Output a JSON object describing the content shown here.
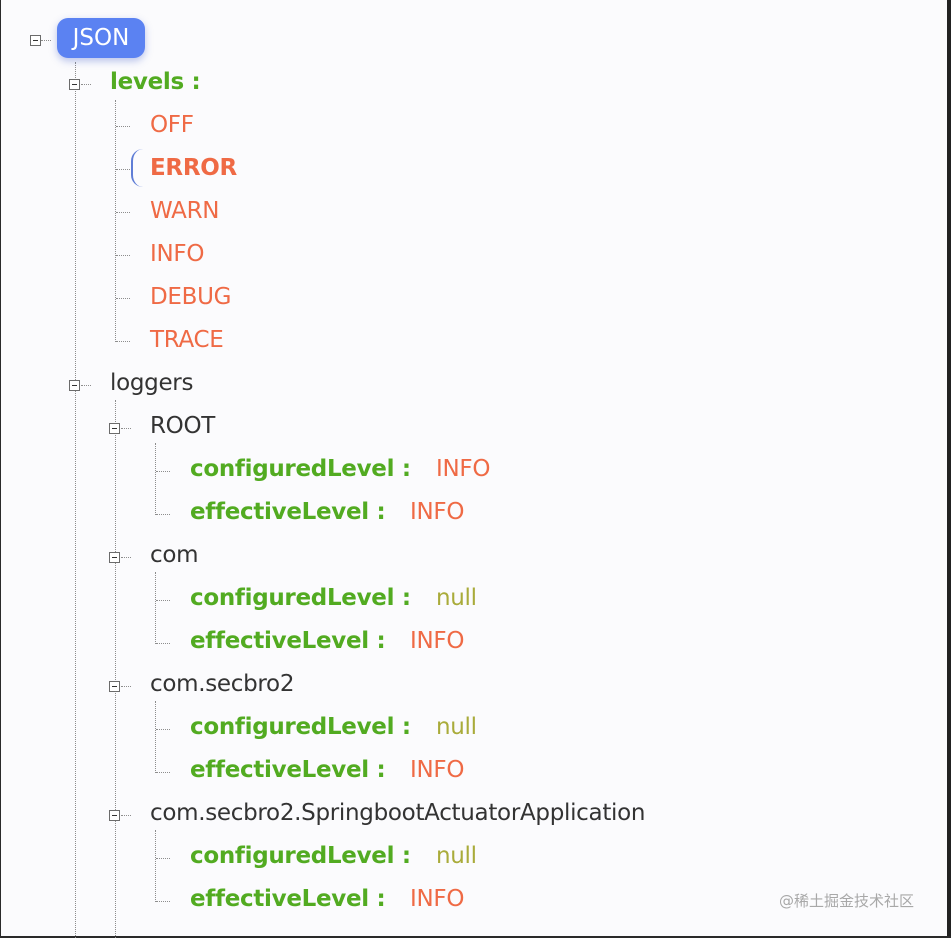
{
  "root": {
    "label": "JSON"
  },
  "levels": {
    "key": "levels :",
    "items": [
      "OFF",
      "ERROR",
      "WARN",
      "INFO",
      "DEBUG",
      "TRACE"
    ]
  },
  "loggers": {
    "key": "loggers",
    "entries": [
      {
        "name": "ROOT",
        "configured_key": "configuredLevel :",
        "configured_value": "INFO",
        "effective_key": "effectiveLevel :",
        "effective_value": "INFO"
      },
      {
        "name": "com",
        "configured_key": "configuredLevel :",
        "configured_value": "null",
        "effective_key": "effectiveLevel :",
        "effective_value": "INFO"
      },
      {
        "name": "com.secbro2",
        "configured_key": "configuredLevel :",
        "configured_value": "null",
        "effective_key": "effectiveLevel :",
        "effective_value": "INFO"
      },
      {
        "name": "com.secbro2.SpringbootActuatorApplication",
        "configured_key": "configuredLevel :",
        "configured_value": "null",
        "effective_key": "effectiveLevel :",
        "effective_value": "INFO"
      }
    ]
  },
  "watermark": "@稀土掘金技术社区",
  "colors": {
    "key": "#52ab21",
    "value": "#ef6a45",
    "null": "#a9ab3a",
    "badge": "#5b82f2"
  }
}
